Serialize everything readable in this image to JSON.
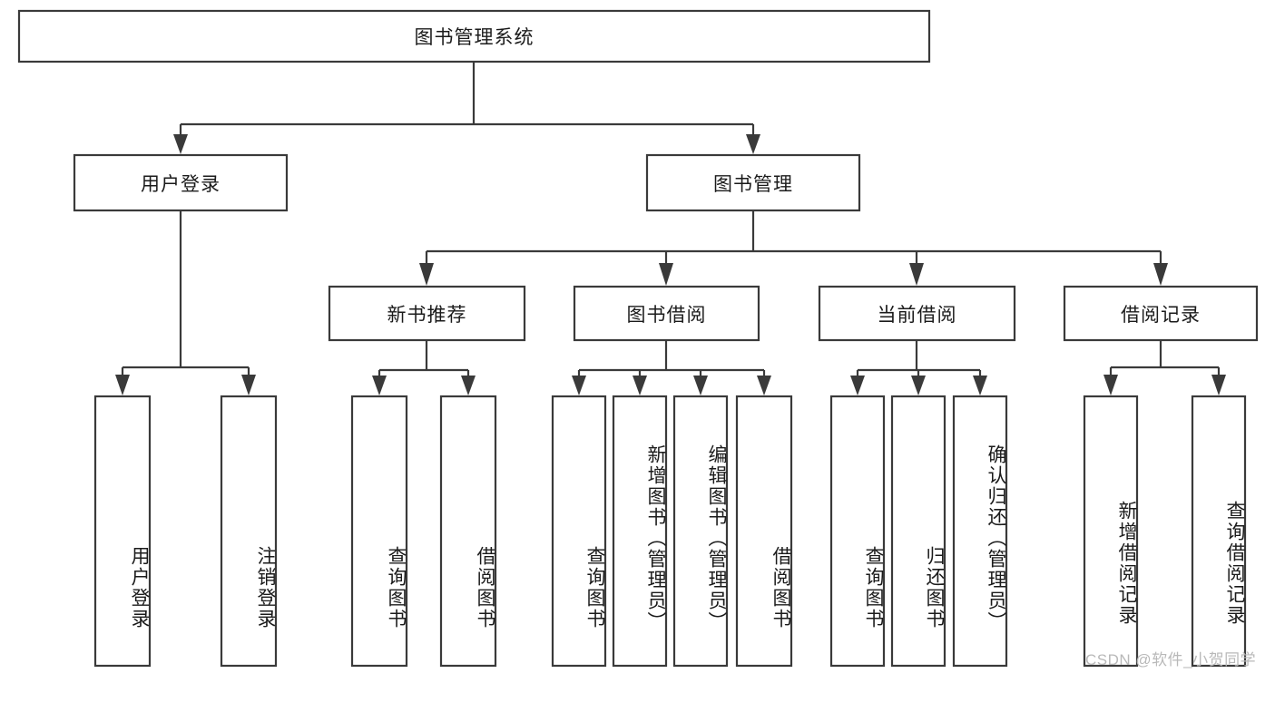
{
  "diagram": {
    "type": "tree-hierarchy-chart",
    "title": "图书管理系统",
    "orientation": "top-down",
    "colors": {
      "box_fill": "#ffffff",
      "box_stroke": "#3a3a3a",
      "text": "#1b1b1b",
      "background": "#ffffff",
      "watermark": "#b9b9b9"
    },
    "root": {
      "id": "root",
      "label": "图书管理系统",
      "orientation": "horizontal"
    },
    "level2": [
      {
        "id": "user-login",
        "label": "用户登录",
        "orientation": "horizontal"
      },
      {
        "id": "book-manage",
        "label": "图书管理",
        "orientation": "horizontal"
      }
    ],
    "level3": [
      {
        "id": "new-book-recommend",
        "label": "新书推荐",
        "parent": "book-manage",
        "orientation": "horizontal"
      },
      {
        "id": "book-borrow",
        "label": "图书借阅",
        "parent": "book-manage",
        "orientation": "horizontal"
      },
      {
        "id": "current-borrow",
        "label": "当前借阅",
        "parent": "book-manage",
        "orientation": "horizontal"
      },
      {
        "id": "borrow-record",
        "label": "借阅记录",
        "parent": "book-manage",
        "orientation": "horizontal"
      }
    ],
    "leaves": [
      {
        "id": "leaf-user-login",
        "label": "用户登录",
        "parent": "user-login",
        "orientation": "vertical"
      },
      {
        "id": "leaf-logout-login",
        "label": "注销登录",
        "parent": "user-login",
        "orientation": "vertical"
      },
      {
        "id": "leaf-query-book-1",
        "label": "查询图书",
        "parent": "new-book-recommend",
        "orientation": "vertical"
      },
      {
        "id": "leaf-borrow-book-1",
        "label": "借阅图书",
        "parent": "new-book-recommend",
        "orientation": "vertical"
      },
      {
        "id": "leaf-query-book-2",
        "label": "查询图书",
        "parent": "book-borrow",
        "orientation": "vertical"
      },
      {
        "id": "leaf-add-book",
        "label": "新增图书（管理员）",
        "parent": "book-borrow",
        "orientation": "vertical"
      },
      {
        "id": "leaf-edit-book",
        "label": "编辑图书（管理员）",
        "parent": "book-borrow",
        "orientation": "vertical"
      },
      {
        "id": "leaf-borrow-book-2",
        "label": "借阅图书",
        "parent": "book-borrow",
        "orientation": "vertical"
      },
      {
        "id": "leaf-query-book-3",
        "label": "查询图书",
        "parent": "current-borrow",
        "orientation": "vertical"
      },
      {
        "id": "leaf-return-book",
        "label": "归还图书",
        "parent": "current-borrow",
        "orientation": "vertical"
      },
      {
        "id": "leaf-confirm-return",
        "label": "确认归还（管理员）",
        "parent": "current-borrow",
        "orientation": "vertical"
      },
      {
        "id": "leaf-add-record",
        "label": "新增借阅记录",
        "parent": "borrow-record",
        "orientation": "vertical"
      },
      {
        "id": "leaf-query-record",
        "label": "查询借阅记录",
        "parent": "borrow-record",
        "orientation": "vertical"
      }
    ]
  },
  "watermark": {
    "text": "CSDN @软件_小贺同学"
  }
}
